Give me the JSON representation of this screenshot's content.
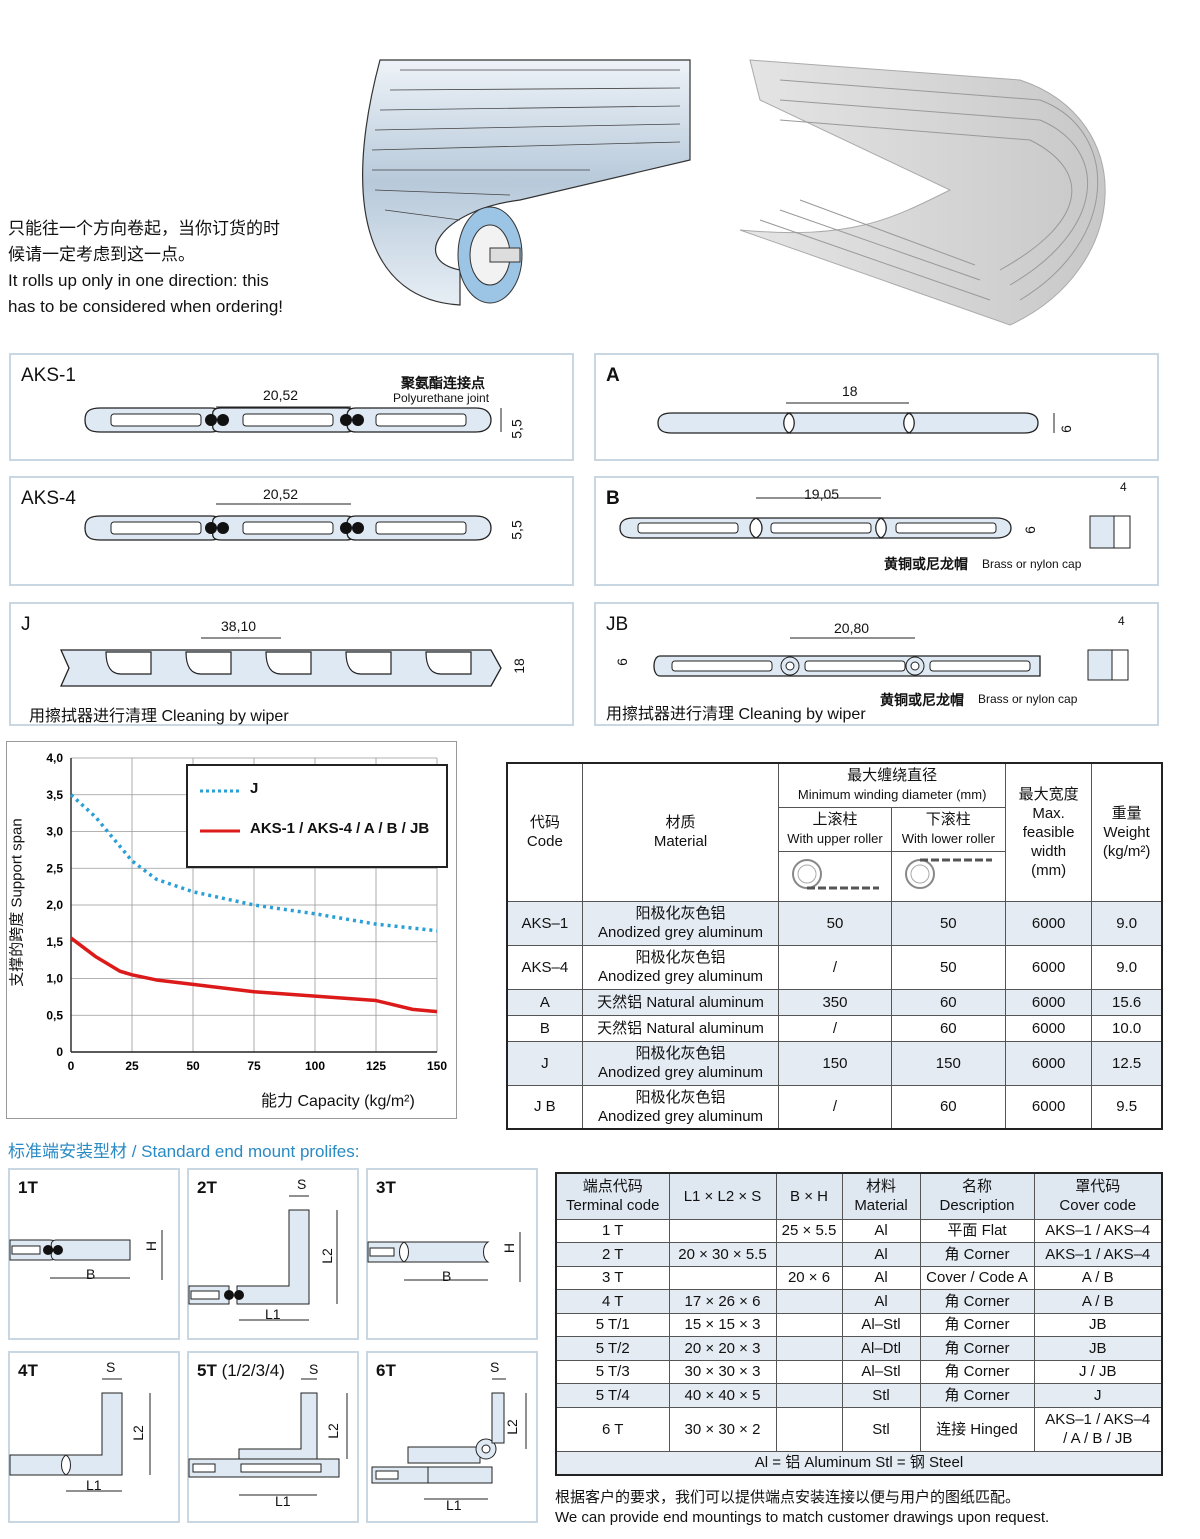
{
  "intro": {
    "cn_line1": "只能往一个方向卷起，当你订货的时",
    "cn_line2": "候请一定考虑到这一点。",
    "en_line1": "It rolls up only in one direction: this",
    "en_line2": "has to be considered when ordering!"
  },
  "profiles": {
    "aks1": {
      "name": "AKS-1",
      "pitch": "20,52",
      "height": "5,5",
      "joint_cn": "聚氨酯连接点",
      "joint_en": "Polyurethane joint"
    },
    "aks4": {
      "name": "AKS-4",
      "pitch": "20,52",
      "height": "5,5"
    },
    "a": {
      "name": "A",
      "pitch": "18",
      "height": "6"
    },
    "b": {
      "name": "B",
      "pitch": "19,05",
      "height": "6",
      "cap_w": "4",
      "cap_cn": "黄铜或尼龙帽",
      "cap_en": "Brass or nylon cap"
    },
    "j": {
      "name": "J",
      "pitch": "38,10",
      "height": "18",
      "wiper_cn": "用擦拭器进行清理",
      "wiper_en": "Cleaning by wiper"
    },
    "jb": {
      "name": "JB",
      "pitch": "20,80",
      "height": "6",
      "cap_w": "4",
      "cap_cn": "黄铜或尼龙帽",
      "cap_en": "Brass or nylon cap",
      "wiper_cn": "用擦拭器进行清理",
      "wiper_en": "Cleaning by wiper"
    }
  },
  "chart_data": {
    "type": "line",
    "ylabel": "支撑的跨度 Support span",
    "xlabel": "能力 Capacity (kg/m²)",
    "xlim": [
      0,
      150
    ],
    "ylim": [
      0,
      4.0
    ],
    "x_ticks": [
      "0",
      "25",
      "50",
      "75",
      "100",
      "125",
      "150"
    ],
    "y_ticks": [
      "0",
      "0,5",
      "1,0",
      "1,5",
      "2,0",
      "2,5",
      "3,0",
      "3,5",
      "4,0"
    ],
    "grid": true,
    "legend_position": "top-right",
    "series": [
      {
        "name": "J",
        "color": "#2a9fd6",
        "style": "dotted",
        "x": [
          0,
          10,
          20,
          25,
          35,
          50,
          75,
          100,
          125,
          150
        ],
        "y": [
          3.5,
          3.2,
          2.8,
          2.6,
          2.35,
          2.18,
          2.0,
          1.88,
          1.74,
          1.65
        ]
      },
      {
        "name": "AKS-1 / AKS-4 / A / B / JB",
        "color": "#dd1a1a",
        "style": "solid",
        "x": [
          0,
          10,
          20,
          25,
          35,
          50,
          75,
          100,
          125,
          140,
          150
        ],
        "y": [
          1.55,
          1.3,
          1.1,
          1.05,
          0.98,
          0.92,
          0.82,
          0.76,
          0.7,
          0.58,
          0.55
        ]
      }
    ]
  },
  "spec_table": {
    "h_code_cn": "代码",
    "h_code_en": "Code",
    "h_mat_cn": "材质",
    "h_mat_en": "Material",
    "h_wind_cn": "最大缠绕直径",
    "h_wind_en": "Minimum winding diameter (mm)",
    "h_upper_cn": "上滚柱",
    "h_upper_en": "With upper roller",
    "h_lower_cn": "下滚柱",
    "h_lower_en": "With lower roller",
    "h_width_cn": "最大宽度",
    "h_width_en1": "Max.",
    "h_width_en2": "feasible",
    "h_width_en3": "width",
    "h_width_en4": "(mm)",
    "h_weight_cn": "重量",
    "h_weight_en": "Weight",
    "h_weight_unit": "(kg/m²)",
    "rows": [
      {
        "code": "AKS–1",
        "mat1": "阳极化灰色铝",
        "mat2": "Anodized grey aluminum",
        "upper": "50",
        "lower": "50",
        "width": "6000",
        "weight": "9.0"
      },
      {
        "code": "AKS–4",
        "mat1": "阳极化灰色铝",
        "mat2": "Anodized grey aluminum",
        "upper": "/",
        "lower": "50",
        "width": "6000",
        "weight": "9.0"
      },
      {
        "code": "A",
        "mat1": "天然铝 Natural aluminum",
        "mat2": "",
        "upper": "350",
        "lower": "60",
        "width": "6000",
        "weight": "15.6"
      },
      {
        "code": "B",
        "mat1": "天然铝 Natural aluminum",
        "mat2": "",
        "upper": "/",
        "lower": "60",
        "width": "6000",
        "weight": "10.0"
      },
      {
        "code": "J",
        "mat1": "阳极化灰色铝",
        "mat2": "Anodized grey aluminum",
        "upper": "150",
        "lower": "150",
        "width": "6000",
        "weight": "12.5"
      },
      {
        "code": "J B",
        "mat1": "阳极化灰色铝",
        "mat2": "Anodized grey aluminum",
        "upper": "/",
        "lower": "60",
        "width": "6000",
        "weight": "9.5"
      }
    ]
  },
  "end_section_title": "标准端安装型材 / Standard end mount prolifes:",
  "end_mounts": [
    {
      "label": "1T",
      "sub": "",
      "d1": "B",
      "d2": "H"
    },
    {
      "label": "2T",
      "sub": "",
      "d1": "S",
      "d2": "L2",
      "d3": "L1"
    },
    {
      "label": "3T",
      "sub": "",
      "d1": "B",
      "d2": "H"
    },
    {
      "label": "4T",
      "sub": "",
      "d1": "S",
      "d2": "L2",
      "d3": "L1"
    },
    {
      "label": "5T",
      "sub": " (1/2/3/4)",
      "d1": "S",
      "d2": "L2",
      "d3": "L1"
    },
    {
      "label": "6T",
      "sub": "",
      "d1": "S",
      "d2": "L2",
      "d3": "L1"
    }
  ],
  "terminal_table": {
    "h1a": "端点代码",
    "h1b": "Terminal code",
    "h2": "L1 × L2 × S",
    "h3": "B × H",
    "h4a": "材料",
    "h4b": "Material",
    "h5a": "名称",
    "h5b": "Description",
    "h6a": "罩代码",
    "h6b": "Cover code",
    "rows": [
      {
        "code": "1 T",
        "l": "",
        "bh": "25 × 5.5",
        "mat": "Al",
        "desc": "平面 Flat",
        "cover": "AKS–1 / AKS–4"
      },
      {
        "code": "2 T",
        "l": "20 × 30 × 5.5",
        "bh": "",
        "mat": "Al",
        "desc": "角 Corner",
        "cover": "AKS–1 / AKS–4"
      },
      {
        "code": "3 T",
        "l": "",
        "bh": "20 × 6",
        "mat": "Al",
        "desc": "Cover / Code A",
        "cover": "A / B"
      },
      {
        "code": "4 T",
        "l": "17 × 26 × 6",
        "bh": "",
        "mat": "Al",
        "desc": "角 Corner",
        "cover": "A / B"
      },
      {
        "code": "5 T/1",
        "l": "15 × 15 × 3",
        "bh": "",
        "mat": "Al–Stl",
        "desc": "角 Corner",
        "cover": "JB"
      },
      {
        "code": "5 T/2",
        "l": "20 × 20 × 3",
        "bh": "",
        "mat": "Al–Dtl",
        "desc": "角 Corner",
        "cover": "JB"
      },
      {
        "code": "5 T/3",
        "l": "30 × 30 × 3",
        "bh": "",
        "mat": "Al–Stl",
        "desc": "角 Corner",
        "cover": "J / JB"
      },
      {
        "code": "5 T/4",
        "l": "40 × 40 × 5",
        "bh": "",
        "mat": "Stl",
        "desc": "角 Corner",
        "cover": "J"
      }
    ],
    "last": {
      "code": "6 T",
      "l": "30 × 30 × 2",
      "bh": "",
      "mat": "Stl",
      "desc": "连接 Hinged",
      "cover1": "AKS–1 / AKS–4",
      "cover2": "/ A / B / JB"
    },
    "legend": "Al = 铝 Aluminum Stl = 钢 Steel"
  },
  "footer": {
    "cn": "根据客户的要求，我们可以提供端点安装连接以便与用户的图纸匹配。",
    "en": "We can provide end mountings to match customer drawings upon request."
  }
}
